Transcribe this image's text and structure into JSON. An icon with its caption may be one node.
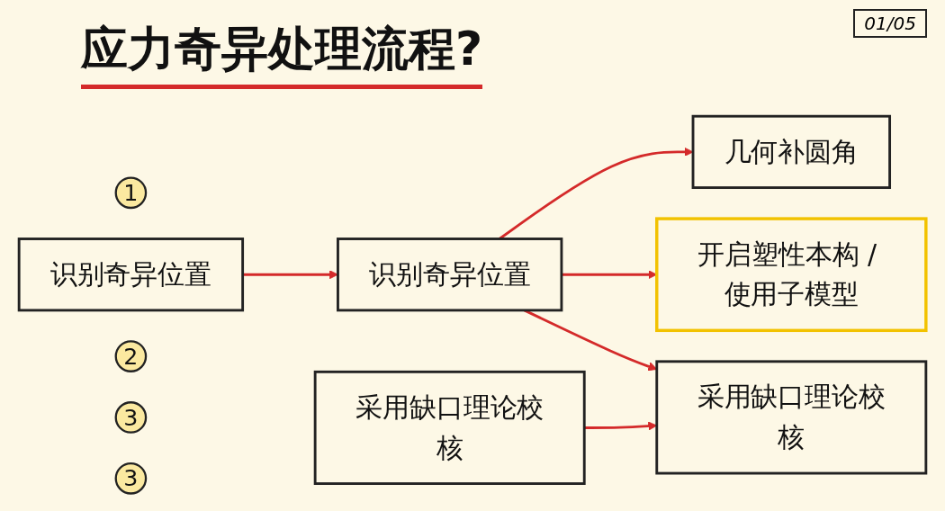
{
  "diagram": {
    "title": "应力奇异处理流程?",
    "nodes": [
      {
        "text": [
          "1"
        ]
      },
      {
        "text": [
          "识别奇异位置"
        ]
      },
      {
        "text": [
          "识别奇异位置"
        ]
      },
      {
        "text": [
          "2"
        ]
      },
      {
        "text": [
          "几何补圆角"
        ]
      },
      {
        "text": [
          "3"
        ]
      },
      {
        "text": [
          "开启塑性本构 / 使用子模型"
        ]
      },
      {
        "text": [
          "3"
        ]
      },
      {
        "text": [
          "采用缺口理论校核"
        ]
      },
      {
        "text": [
          "采用缺口理论校核"
        ]
      }
    ],
    "edges": [
      {
        "from": 1,
        "to": 2,
        "arrow": "to"
      },
      {
        "from": 2,
        "to": 4,
        "arrow": "to"
      },
      {
        "from": 2,
        "to": 6,
        "arrow": "to"
      },
      {
        "from": 2,
        "to": 9,
        "arrow": "to"
      },
      {
        "from": 8,
        "to": 9,
        "arrow": "to"
      }
    ],
    "labels": [
      "01/05"
    ]
  }
}
